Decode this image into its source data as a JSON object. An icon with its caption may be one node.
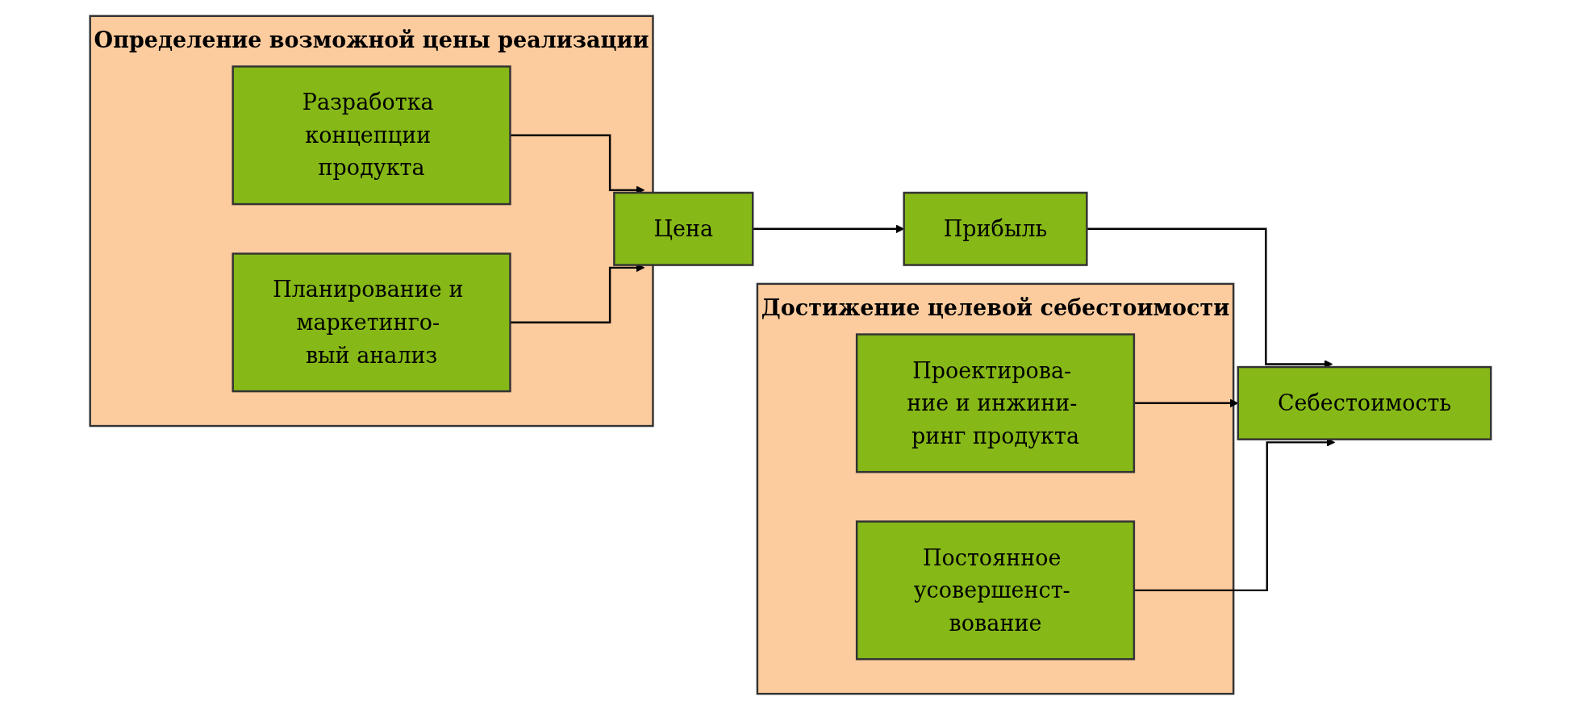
{
  "diagram": {
    "nodes": [
      {
        "text": [
          "Определение возможной цены реализации"
        ]
      },
      {
        "text": [
          "Разработка концепции продукта"
        ],
        "in": 0
      },
      {
        "text": [
          "Планирование и маркетинго- вый анализ"
        ],
        "in": 0
      },
      {
        "text": [
          "Цена"
        ]
      },
      {
        "text": [
          "Прибыль"
        ]
      },
      {
        "text": [
          "Себестоимость"
        ]
      },
      {
        "text": [
          "Достижение целевой себестоимости"
        ]
      },
      {
        "text": [
          "Проектирова- ние и инжини- ринг продукта"
        ],
        "in": 6
      },
      {
        "text": [
          "Постоянное усовершенст- вование"
        ],
        "in": 6
      }
    ],
    "edges": [
      {
        "from": 1,
        "to": 3,
        "arrow": "to"
      },
      {
        "from": 2,
        "to": 3,
        "arrow": "to"
      },
      {
        "from": 3,
        "to": 4,
        "arrow": "to"
      },
      {
        "from": 4,
        "to": 5,
        "arrow": "to"
      },
      {
        "from": 7,
        "to": 5,
        "arrow": "to"
      },
      {
        "from": 8,
        "to": 5,
        "arrow": "to"
      }
    ]
  }
}
